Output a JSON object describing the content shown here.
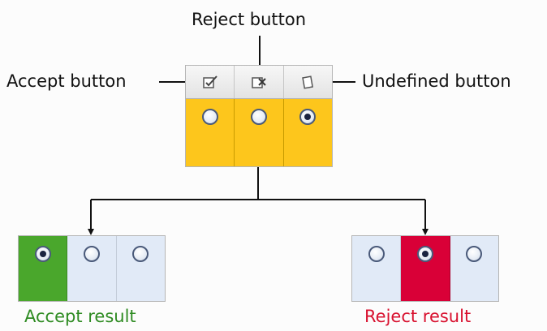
{
  "labels": {
    "reject_button": "Reject button",
    "accept_button": "Accept button",
    "undefined_button": "Undefined button",
    "accept_result": "Accept result",
    "reject_result": "Reject result"
  },
  "colors": {
    "undecided": "#fdc61c",
    "accepted": "#4aa72c",
    "rejected": "#d90037",
    "neutral": "#e1eaf7"
  },
  "main_panel": {
    "selected_index": 2,
    "toolbar_icons": [
      "accept-checkbox-icon",
      "reject-x-icon",
      "undefined-blank-icon"
    ]
  },
  "accept_result_panel": {
    "selected_index": 0
  },
  "reject_result_panel": {
    "selected_index": 1
  }
}
